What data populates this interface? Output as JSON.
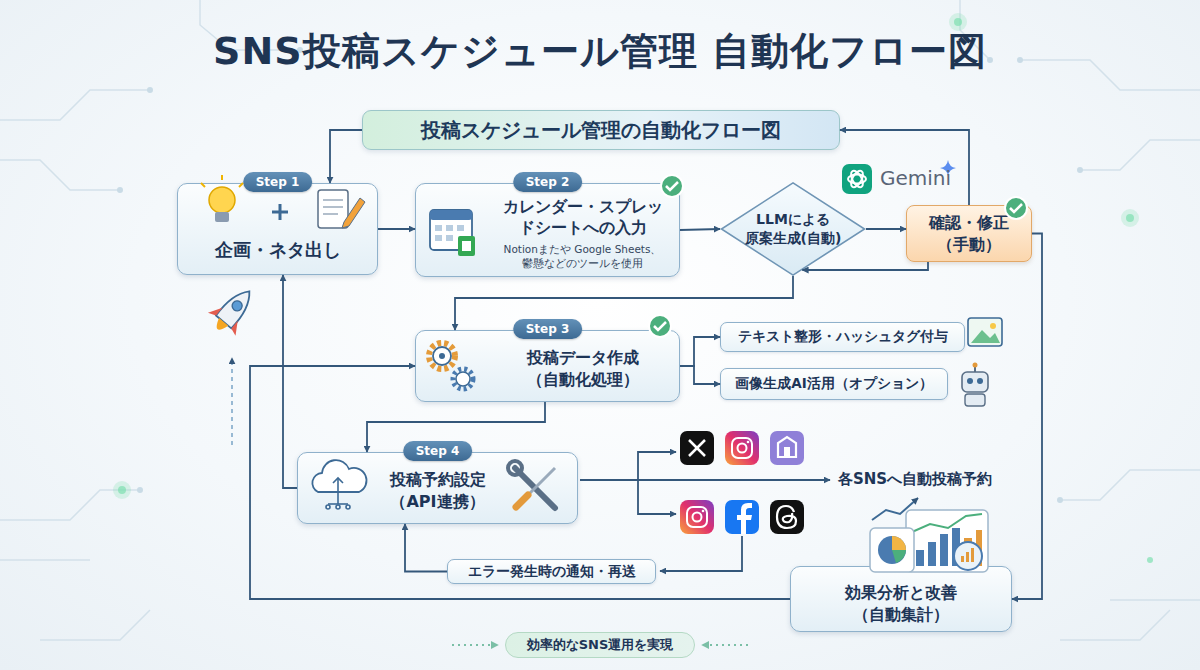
{
  "diagram": {
    "title": "SNS投稿スケジュール管理 自動化フロー図",
    "caption": "効率的なSNS運用を実現",
    "nodes": [
      {
        "text": [
          "投稿スケジュール管理の自動化フロー図"
        ]
      },
      {
        "text": [
          "Step 1",
          "企画・ネタ出し"
        ]
      },
      {
        "text": [
          "Step 2",
          "カレンダー・スプレッ ドシートへの入力",
          "Notionまたや Google Sheets、 鬱懸などのツールを使用"
        ]
      },
      {
        "text": [
          "LLMによる 原案生成(自動)"
        ]
      },
      {
        "text": [
          "確認・修正 （手動）"
        ]
      },
      {
        "text": [
          "Step 3",
          "投稿データ作成 （自動化処理）"
        ]
      },
      {
        "text": [
          "テキスト整形・ハッシュタグ付与"
        ]
      },
      {
        "text": [
          "画像生成AI活用（オプション）"
        ]
      },
      {
        "text": [
          "Step 4",
          "投稿予約設定 （API連携）"
        ]
      },
      {
        "text": [
          "エラー発生時の通知・再送"
        ]
      },
      {
        "text": [
          "効果分析と改善 （自動集計）"
        ]
      }
    ],
    "edges": [
      {
        "from": 1,
        "to": 2,
        "arrow": "to"
      },
      {
        "from": 2,
        "to": 3,
        "arrow": "to"
      },
      {
        "from": 3,
        "to": 4,
        "arrow": "to"
      },
      {
        "from": 4,
        "to": 3,
        "arrow": "to"
      },
      {
        "from": 4,
        "to": 0,
        "arrow": "to"
      },
      {
        "from": 0,
        "to": 1,
        "arrow": "to"
      },
      {
        "from": 3,
        "to": 5,
        "arrow": "to"
      },
      {
        "from": 5,
        "to": 6,
        "arrow": "to"
      },
      {
        "from": 5,
        "to": 7,
        "arrow": "to"
      },
      {
        "from": 5,
        "to": 8,
        "arrow": "to"
      },
      {
        "from": 9,
        "to": 8,
        "arrow": "to"
      },
      {
        "from": 4,
        "to": 10,
        "arrow": "to"
      },
      {
        "from": 10,
        "to": 5,
        "arrow": "to"
      },
      {
        "from": 8,
        "to": 1,
        "arrow": "to"
      }
    ],
    "labels": [
      "各SNSへ自動投稿予約",
      "Gemini"
    ]
  }
}
